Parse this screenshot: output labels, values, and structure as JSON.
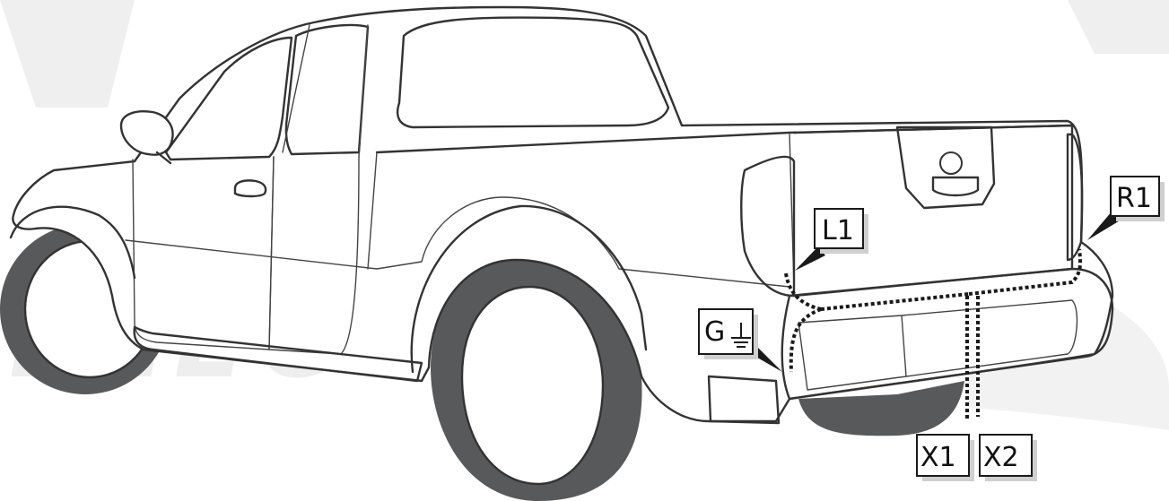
{
  "watermark": {
    "text": "ELECTRONICS",
    "logo": "UCS"
  },
  "callouts": {
    "l1": "L1",
    "r1": "R1",
    "g": "G",
    "x1": "X1",
    "x2": "X2"
  },
  "icons": {
    "ground": "ground-symbol-icon"
  }
}
